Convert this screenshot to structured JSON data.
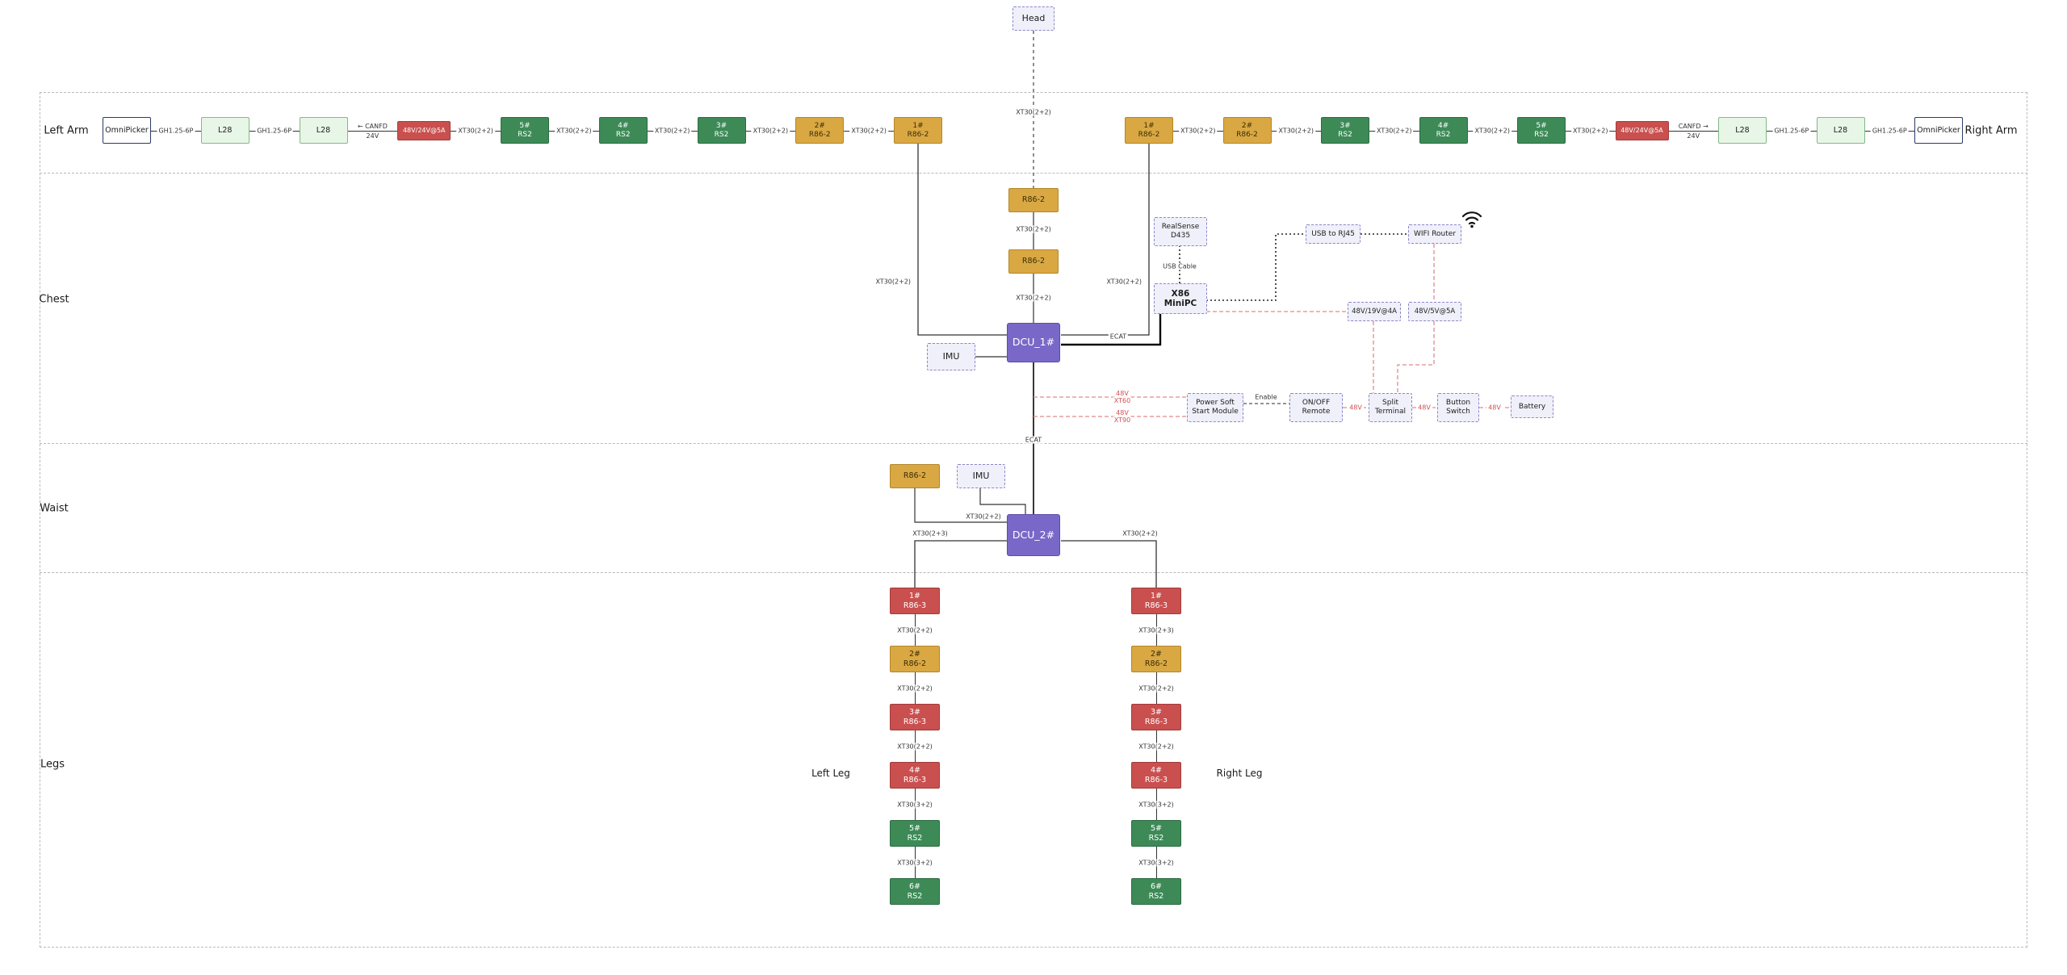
{
  "head": {
    "label": "Head",
    "wire_label": "XT30(2+2)"
  },
  "sections": {
    "left_arm": "Left Arm",
    "right_arm": "Right Arm",
    "chest": "Chest",
    "waist": "Waist",
    "legs": "Legs",
    "left_leg": "Left Leg",
    "right_leg": "Right Leg"
  },
  "colors": {
    "accent_purple": "#7a68c8",
    "gold": "#d9a843",
    "green": "#3d8a57",
    "red": "#c9504e",
    "power_wire": "#e08b8b"
  },
  "left_arm": {
    "items": [
      {
        "kind": "box",
        "style": "plain",
        "l1": "OmniPicker"
      },
      {
        "kind": "wire",
        "label": "GH1.25-6P"
      },
      {
        "kind": "box",
        "style": "lgreen",
        "l1": "L28"
      },
      {
        "kind": "wire",
        "label": "GH1.25-6P"
      },
      {
        "kind": "box",
        "style": "lgreen",
        "l1": "L28"
      },
      {
        "kind": "wire2",
        "top": "← CANFD",
        "bottom": "24V"
      },
      {
        "kind": "box",
        "style": "power",
        "l1": "48V/24V@5A"
      },
      {
        "kind": "wire",
        "label": "XT30(2+2)"
      },
      {
        "kind": "box",
        "style": "green",
        "l1": "5#",
        "l2": "RS2"
      },
      {
        "kind": "wire",
        "label": "XT30(2+2)"
      },
      {
        "kind": "box",
        "style": "green",
        "l1": "4#",
        "l2": "RS2"
      },
      {
        "kind": "wire",
        "label": "XT30(2+2)"
      },
      {
        "kind": "box",
        "style": "green",
        "l1": "3#",
        "l2": "RS2"
      },
      {
        "kind": "wire",
        "label": "XT30(2+2)"
      },
      {
        "kind": "box",
        "style": "gold",
        "l1": "2#",
        "l2": "R86-2"
      },
      {
        "kind": "wire",
        "label": "XT30(2+2)"
      },
      {
        "kind": "box",
        "style": "gold",
        "l1": "1#",
        "l2": "R86-2"
      }
    ]
  },
  "right_arm": {
    "items": [
      {
        "kind": "box",
        "style": "gold",
        "l1": "1#",
        "l2": "R86-2"
      },
      {
        "kind": "wire",
        "label": "XT30(2+2)"
      },
      {
        "kind": "box",
        "style": "gold",
        "l1": "2#",
        "l2": "R86-2"
      },
      {
        "kind": "wire",
        "label": "XT30(2+2)"
      },
      {
        "kind": "box",
        "style": "green",
        "l1": "3#",
        "l2": "RS2"
      },
      {
        "kind": "wire",
        "label": "XT30(2+2)"
      },
      {
        "kind": "box",
        "style": "green",
        "l1": "4#",
        "l2": "RS2"
      },
      {
        "kind": "wire",
        "label": "XT30(2+2)"
      },
      {
        "kind": "box",
        "style": "green",
        "l1": "5#",
        "l2": "RS2"
      },
      {
        "kind": "wire",
        "label": "XT30(2+2)"
      },
      {
        "kind": "box",
        "style": "power",
        "l1": "48V/24V@5A"
      },
      {
        "kind": "wire2",
        "top": "CANFD →",
        "bottom": "24V"
      },
      {
        "kind": "box",
        "style": "lgreen",
        "l1": "L28"
      },
      {
        "kind": "wire",
        "label": "GH1.25-6P"
      },
      {
        "kind": "box",
        "style": "lgreen",
        "l1": "L28"
      },
      {
        "kind": "wire",
        "label": "GH1.25-6P"
      },
      {
        "kind": "box",
        "style": "plain",
        "l1": "OmniPicker"
      }
    ]
  },
  "chest": {
    "r86_top": "R86-2",
    "wire_top": "XT30(2+2)",
    "r86_mid": "R86-2",
    "wire_mid": "XT30(2+2)",
    "dcu1": "DCU_1#",
    "imu": "IMU",
    "left_arm_wire": "XT30(2+2)",
    "right_arm_wire": "XT30(2+2)",
    "realsense": {
      "l1": "RealSense",
      "l2": "D435"
    },
    "usb_cable": "USB Cable",
    "minipc": {
      "l1": "X86",
      "l2": "MiniPC"
    },
    "usb_rj45": "USB to RJ45",
    "wifi_router": "WIFI Router",
    "adapter_19v": "48V/19V@4A",
    "adapter_5v": "48V/5V@5A",
    "ecat_pc": "ECAT",
    "ecat_trunk": "ECAT",
    "pow1": {
      "l1": "48V",
      "l2": "XT60"
    },
    "pow2": {
      "l1": "48V",
      "l2": "XT90"
    },
    "soft_start": {
      "l1": "Power Soft",
      "l2": "Start Module"
    },
    "enable": "Enable",
    "onoff": {
      "l1": "ON/OFF",
      "l2": "Remote"
    },
    "v48_a": "48V",
    "split": {
      "l1": "Split",
      "l2": "Terminal"
    },
    "v48_b": "48V",
    "button": {
      "l1": "Button",
      "l2": "Switch"
    },
    "v48_c": "48V",
    "battery": "Battery"
  },
  "waist": {
    "r86": "R86-2",
    "imu": "IMU",
    "wire_r86": "XT30(2+2)",
    "dcu2": "DCU_2#",
    "left_feed": "XT30(2+3)",
    "right_feed": "XT30(2+2)"
  },
  "left_leg": {
    "items": [
      {
        "kind": "box",
        "style": "red",
        "l1": "1#",
        "l2": "R86-3"
      },
      {
        "kind": "vwire",
        "label": "XT30(2+2)"
      },
      {
        "kind": "box",
        "style": "gold",
        "l1": "2#",
        "l2": "R86-2"
      },
      {
        "kind": "vwire",
        "label": "XT30(2+2)"
      },
      {
        "kind": "box",
        "style": "red",
        "l1": "3#",
        "l2": "R86-3"
      },
      {
        "kind": "vwire",
        "label": "XT30(2+2)"
      },
      {
        "kind": "box",
        "style": "red",
        "l1": "4#",
        "l2": "R86-3"
      },
      {
        "kind": "vwire",
        "label": "XT30(3+2)"
      },
      {
        "kind": "box",
        "style": "green",
        "l1": "5#",
        "l2": "RS2"
      },
      {
        "kind": "vwire",
        "label": "XT30(3+2)"
      },
      {
        "kind": "box",
        "style": "green",
        "l1": "6#",
        "l2": "RS2"
      }
    ]
  },
  "right_leg": {
    "items": [
      {
        "kind": "box",
        "style": "red",
        "l1": "1#",
        "l2": "R86-3"
      },
      {
        "kind": "vwire",
        "label": "XT30(2+3)"
      },
      {
        "kind": "box",
        "style": "gold",
        "l1": "2#",
        "l2": "R86-2"
      },
      {
        "kind": "vwire",
        "label": "XT30(2+2)"
      },
      {
        "kind": "box",
        "style": "red",
        "l1": "3#",
        "l2": "R86-3"
      },
      {
        "kind": "vwire",
        "label": "XT30(2+2)"
      },
      {
        "kind": "box",
        "style": "red",
        "l1": "4#",
        "l2": "R86-3"
      },
      {
        "kind": "vwire",
        "label": "XT30(3+2)"
      },
      {
        "kind": "box",
        "style": "green",
        "l1": "5#",
        "l2": "RS2"
      },
      {
        "kind": "vwire",
        "label": "XT30(3+2)"
      },
      {
        "kind": "box",
        "style": "green",
        "l1": "6#",
        "l2": "RS2"
      }
    ]
  }
}
